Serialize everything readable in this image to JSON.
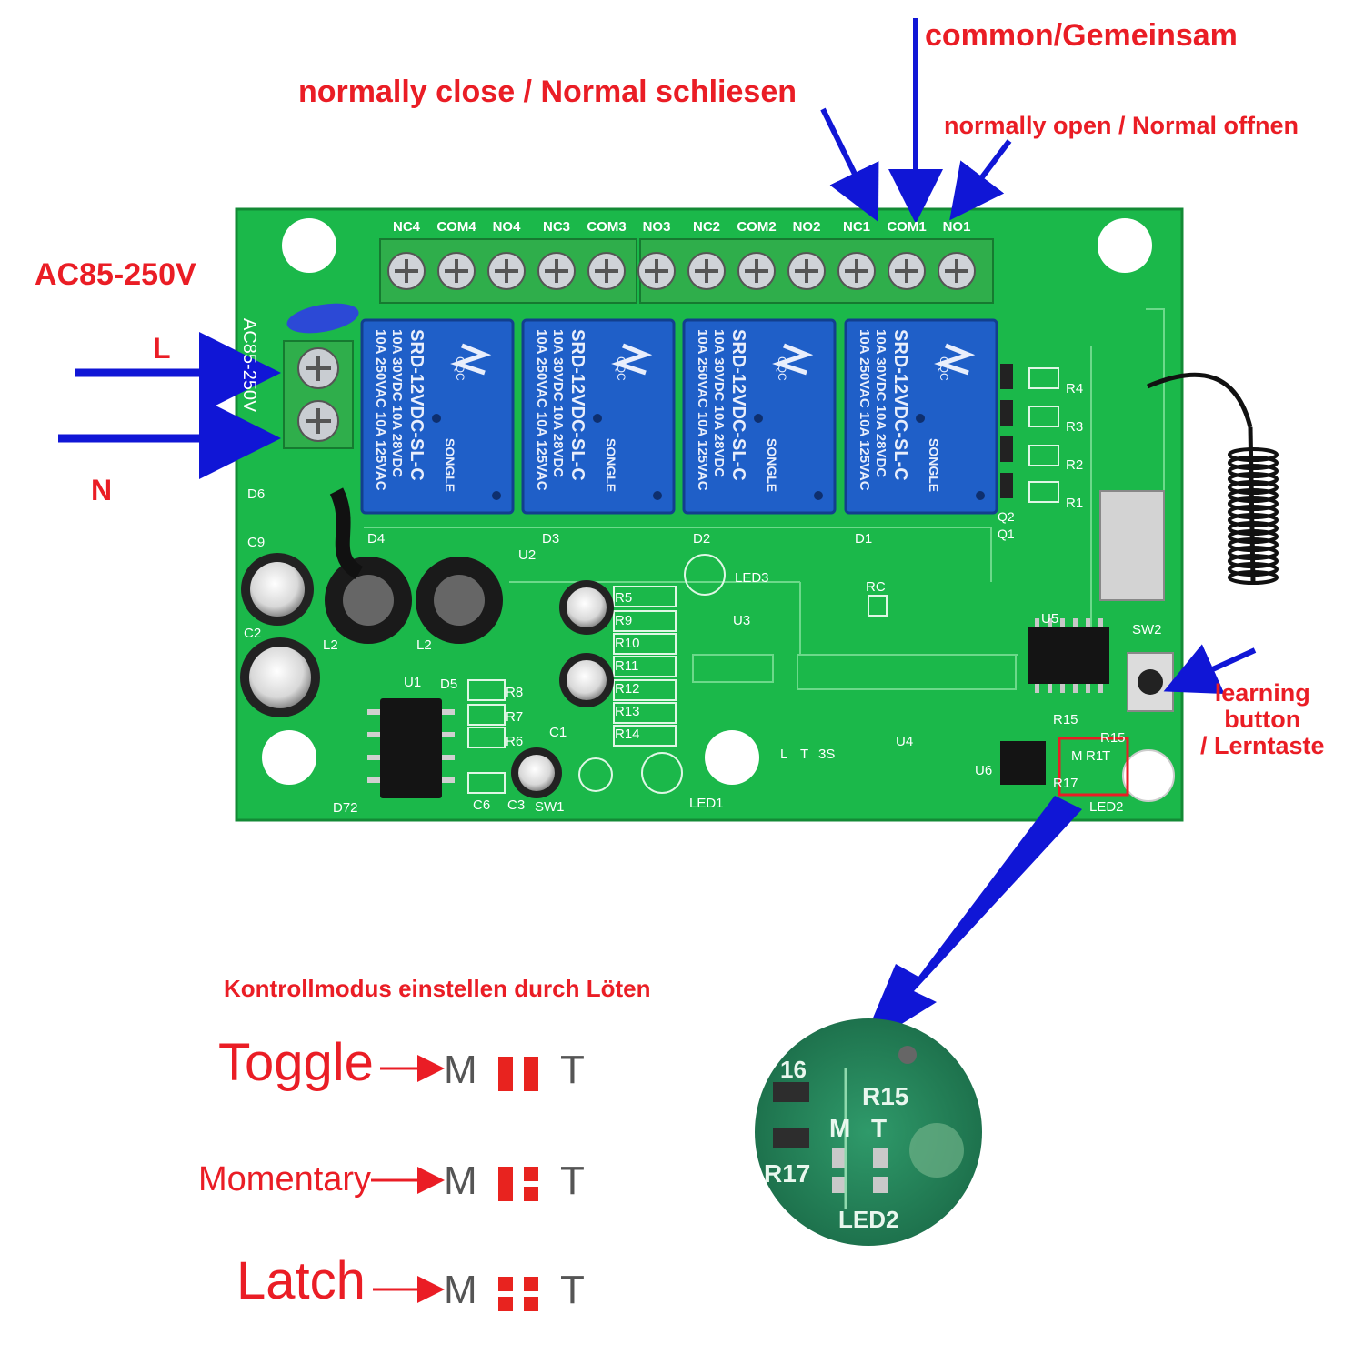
{
  "colors": {
    "annotation_red": "#ea1d25",
    "arrow_blue": "#1016d6",
    "pcb_green": "#1bb84a",
    "relay_blue": "#1f5fc8",
    "terminal_green": "#2fae4b",
    "solder_pad_red": "#e8231f"
  },
  "labels": {
    "common": "common/Gemeinsam",
    "normally_close": "normally close / Normal schliesen",
    "normally_open": "normally open / Normal offnen",
    "supply_voltage": "AC85-250V",
    "live": "L",
    "neutral": "N",
    "learning_button": [
      "learning",
      "button",
      "/ Lerntaste"
    ],
    "mode_heading": "Kontrollmodus einstellen durch Löten"
  },
  "terminals": [
    "NC4",
    "COM4",
    "NO4",
    "NC3",
    "COM3",
    "NO3",
    "NC2",
    "COM2",
    "NO2",
    "NC1",
    "COM1",
    "NO1"
  ],
  "relay": {
    "lines": [
      "10A 250VAC  10A 125VAC",
      "10A 30VDC  10A 28VDC",
      "SRD-12VDC-SL-C"
    ],
    "brand": "SONGLE",
    "cert": "CQC"
  },
  "board_labels": {
    "r_right": [
      "R4",
      "R3",
      "R2",
      "R1"
    ],
    "r_mid": [
      "R5",
      "R9",
      "R10",
      "R11",
      "R12",
      "R13",
      "R14"
    ],
    "r_left": [
      "R8",
      "R7",
      "R6"
    ],
    "diodes": [
      "D4",
      "D3",
      "D2",
      "D1"
    ],
    "q": [
      "Q2",
      "Q1"
    ],
    "misc": {
      "u1": "U1",
      "u2": "U2",
      "u3": "U3",
      "u4": "U4",
      "u5": "U5",
      "u6": "U6",
      "led1": "LED1",
      "led2": "LED2",
      "led3": "LED3",
      "sw2": "SW2",
      "sw1": "SW1",
      "rc": "RC",
      "l_pin": "L",
      "t_pin": "T",
      "s3_pin": "3S",
      "d6": "D6",
      "d5": "D5",
      "d72": "D72",
      "c9": "C9",
      "c1": "C1",
      "c3": "C3",
      "c6": "C6",
      "c2": "C2",
      "l2a": "L2",
      "l2b": "L2",
      "r15": "R15",
      "r17": "R17",
      "r15b": "R15",
      "r1b": "R1",
      "m_pin": "M",
      "t_pin2": "T",
      "ac_side": "AC85-250V"
    }
  },
  "zoom_labels": {
    "r16": "16",
    "r15": "R15",
    "m": "M",
    "t": "T",
    "r17": "R17",
    "led2": "LED2"
  },
  "modes": [
    {
      "name": "Toggle",
      "pads": "M-bridged"
    },
    {
      "name": "Momentary",
      "pads": "open"
    },
    {
      "name": "Latch",
      "pads": "T-bridged"
    }
  ],
  "mode_pin_labels": {
    "m": "M",
    "t": "T"
  }
}
